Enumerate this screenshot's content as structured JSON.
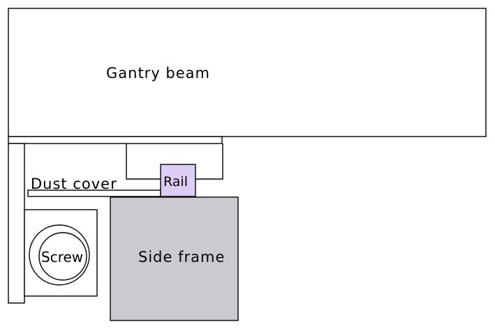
{
  "diagram": {
    "labels": {
      "gantry_beam": "Gantry beam",
      "dust_cover": "Dust cover",
      "rail": "Rail",
      "screw": "Screw",
      "side_frame": "Side frame"
    },
    "colors": {
      "background": "#ffffff",
      "stroke": "#000000",
      "rail_fill": "#dccdf4",
      "side_frame_fill": "#cdcacf"
    }
  }
}
